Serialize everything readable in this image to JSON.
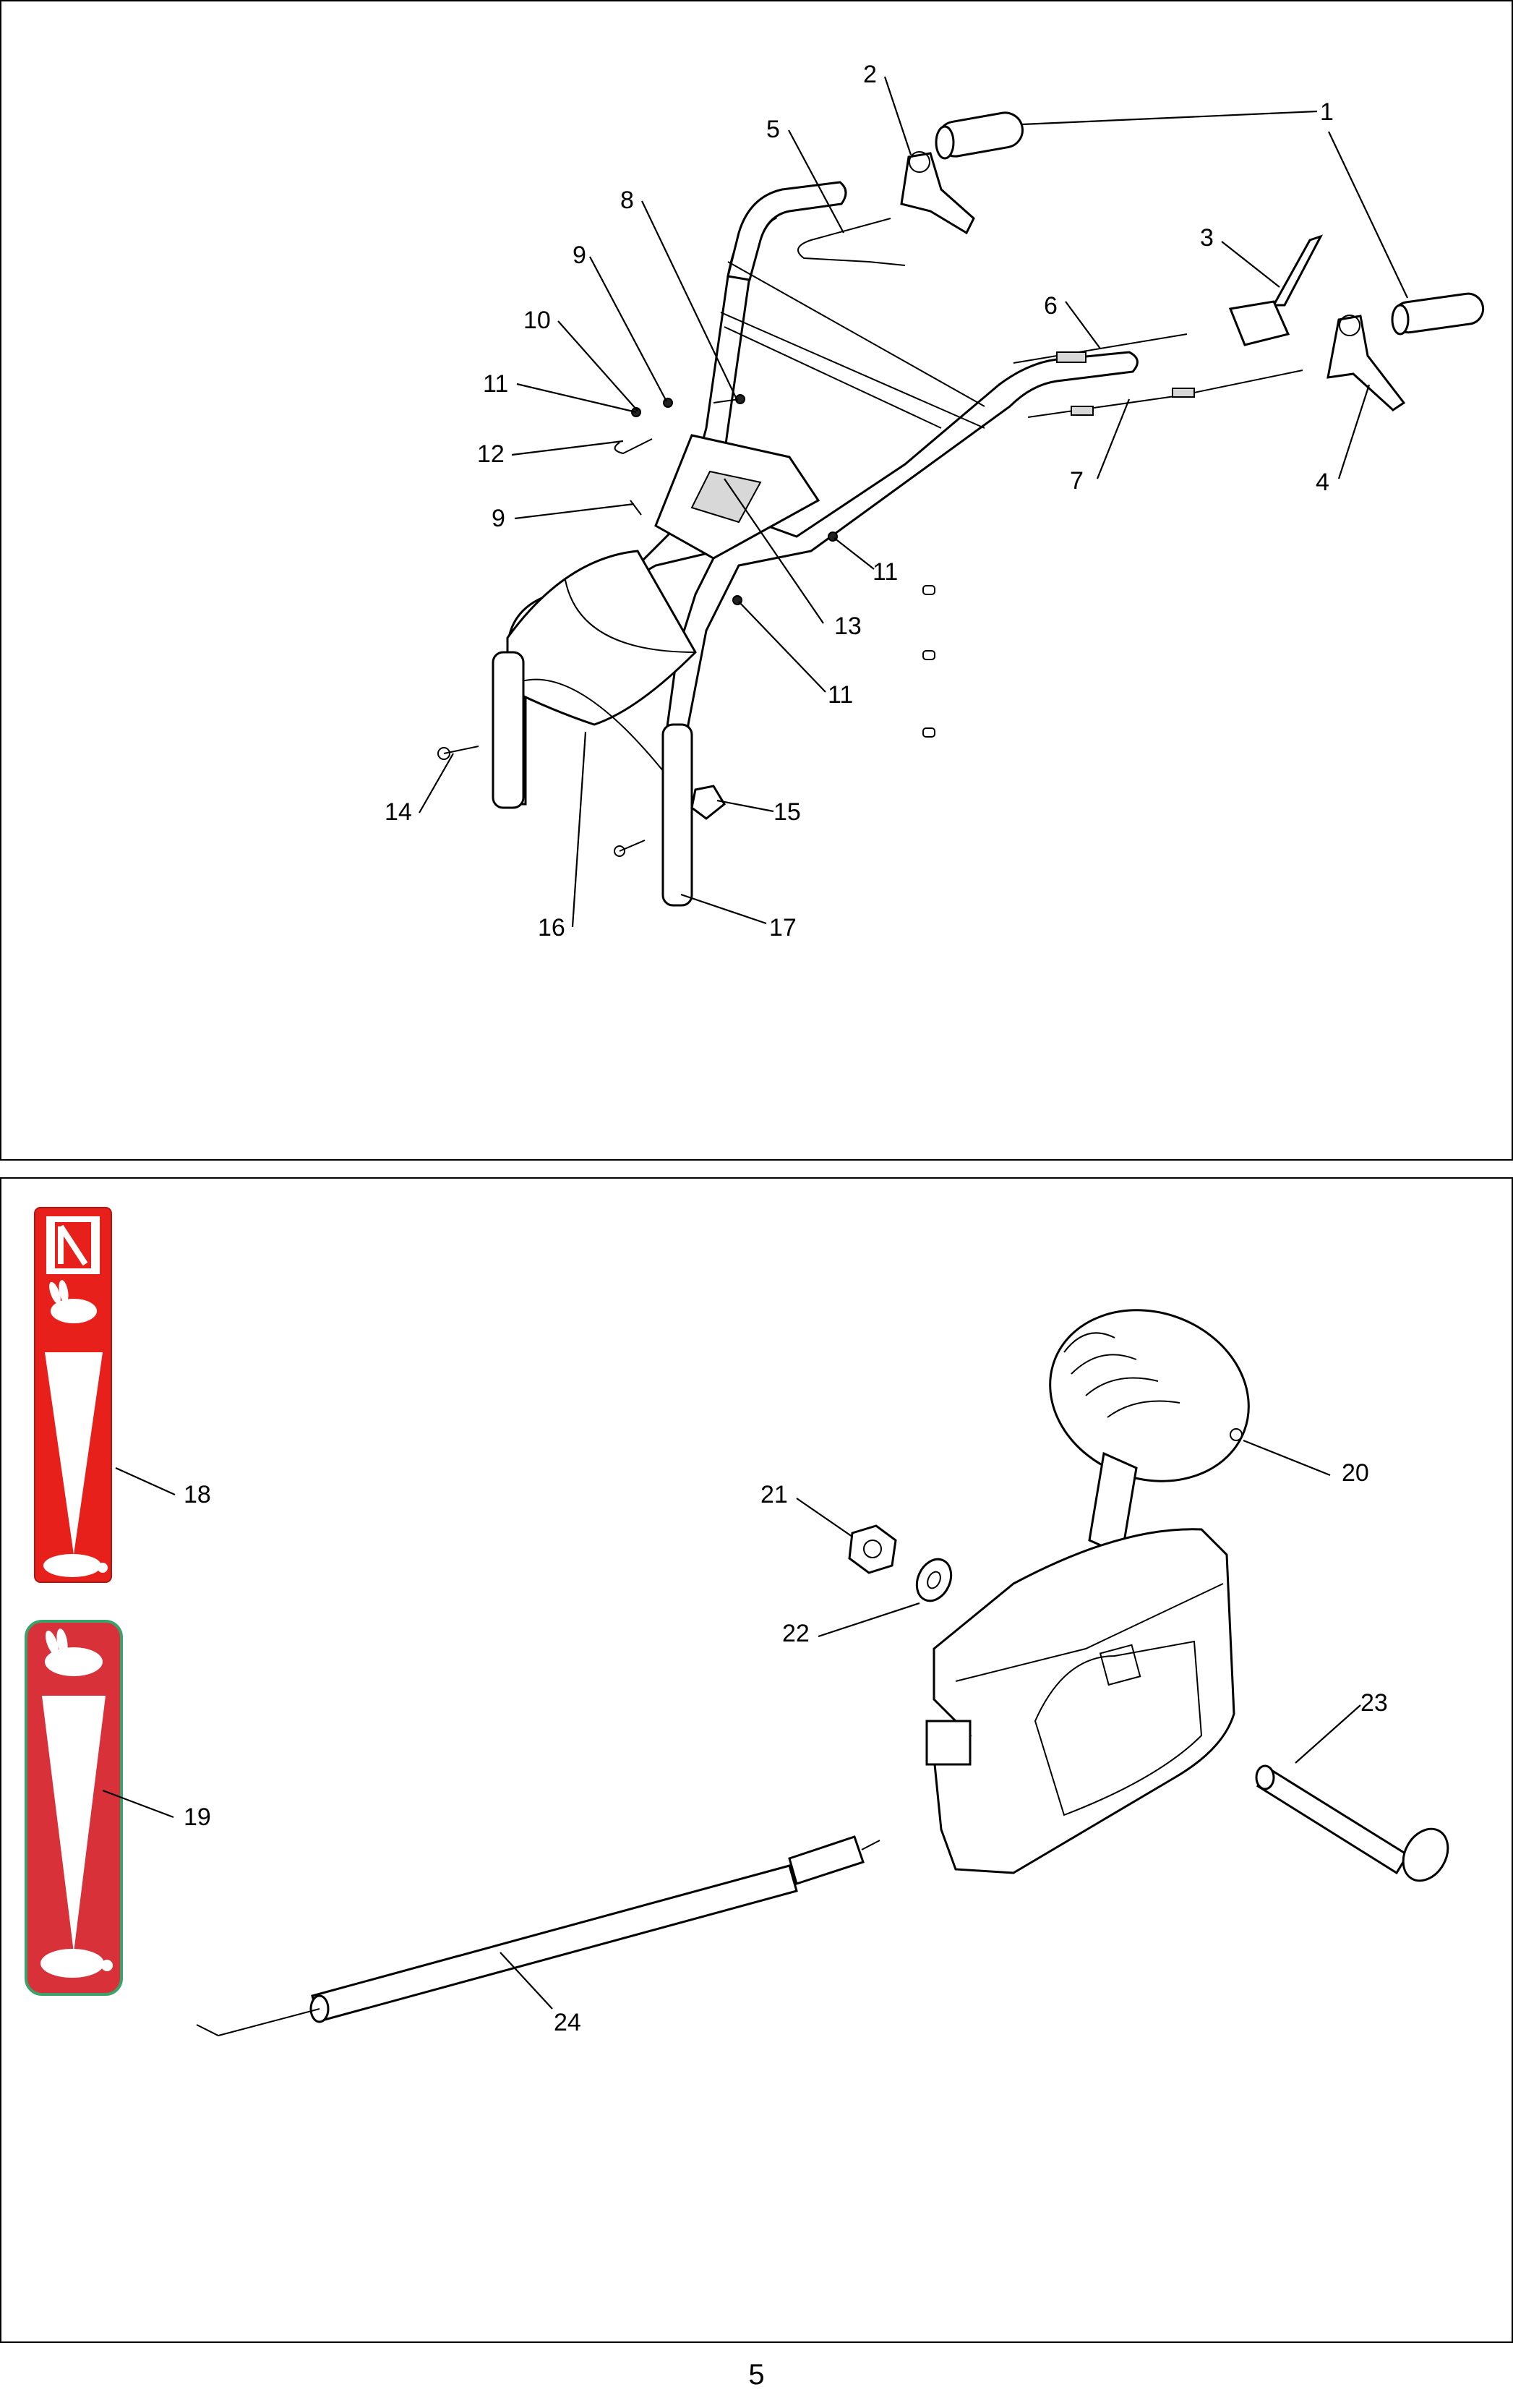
{
  "page": {
    "number": "5"
  },
  "top_diagram": {
    "callouts": [
      "1",
      "2",
      "3",
      "4",
      "5",
      "6",
      "7",
      "8",
      "9",
      "10",
      "11",
      "12",
      "9",
      "11",
      "13",
      "11",
      "14",
      "15",
      "16",
      "17"
    ]
  },
  "bottom_diagram": {
    "callouts": [
      "18",
      "19",
      "20",
      "21",
      "22",
      "23",
      "24"
    ],
    "decals": [
      {
        "id": "18",
        "background": "#e8201c",
        "icons": [
          "neutral-icon",
          "rabbit-icon",
          "turtle-icon"
        ]
      },
      {
        "id": "19",
        "background": "#d8313a",
        "border": "#3aa36b",
        "icons": [
          "rabbit-icon",
          "turtle-icon"
        ]
      }
    ]
  }
}
